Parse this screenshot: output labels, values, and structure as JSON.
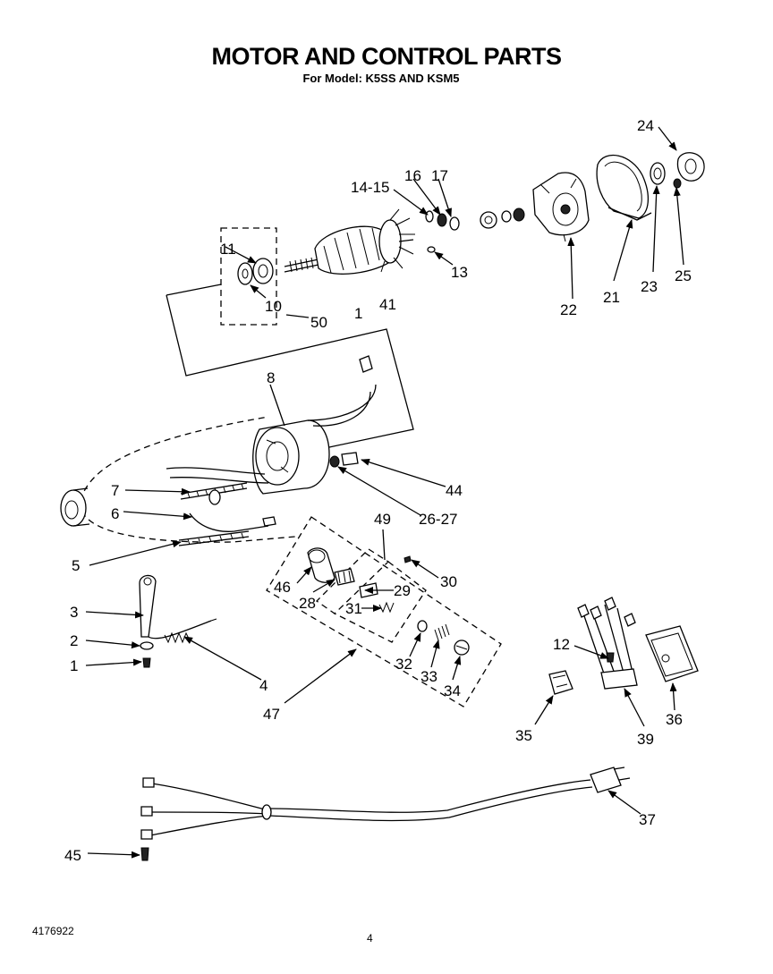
{
  "header": {
    "title": "MOTOR AND CONTROL PARTS",
    "subtitle": "For Model: K5SS AND KSM5"
  },
  "footer": {
    "document_number": "4176922",
    "page_number": "4"
  },
  "callouts": {
    "c1": "1",
    "c2": "2",
    "c3": "3",
    "c4": "4",
    "c5": "5",
    "c6": "6",
    "c7": "7",
    "c8": "8",
    "c10": "10",
    "c11": "11",
    "c12": "12",
    "c13": "13",
    "c14_15": "14-15",
    "c16": "16",
    "c17": "17",
    "c21": "21",
    "c22": "22",
    "c23": "23",
    "c24": "24",
    "c25": "25",
    "c26_27": "26-27",
    "c28": "28",
    "c29": "29",
    "c30": "30",
    "c31": "31",
    "c32": "32",
    "c33": "33",
    "c34": "34",
    "c35": "35",
    "c36": "36",
    "c37": "37",
    "c39": "39",
    "c41": "41",
    "c44": "44",
    "c45": "45",
    "c46": "46",
    "c47": "47",
    "c49": "49",
    "c50": "50",
    "c_stray": "1"
  }
}
